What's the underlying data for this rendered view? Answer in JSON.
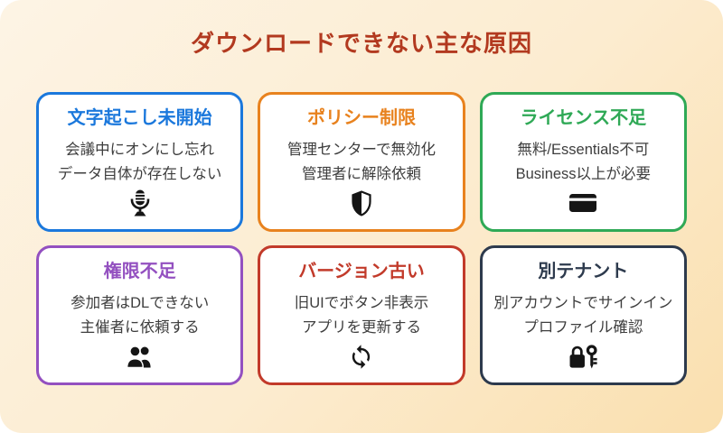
{
  "page": {
    "title": "ダウンロードできない主な原因",
    "title_color": "#b2391f",
    "background_gradient": [
      "#fdf4e5",
      "#fadfae"
    ]
  },
  "cards": [
    {
      "name": "transcription-not-started",
      "title": "文字起こし未開始",
      "line1": "会議中にオンにし忘れ",
      "line2": "データ自体が存在しない",
      "color": "#1b78dc",
      "icon": "microphone-icon"
    },
    {
      "name": "policy-restriction",
      "title": "ポリシー制限",
      "line1": "管理センターで無効化",
      "line2": "管理者に解除依頼",
      "color": "#e8821e",
      "icon": "shield-icon"
    },
    {
      "name": "license-insufficient",
      "title": "ライセンス不足",
      "line1": "無料/Essentials不可",
      "line2": "Business以上が必要",
      "color": "#2fa956",
      "icon": "credit-card-icon"
    },
    {
      "name": "permission-insufficient",
      "title": "権限不足",
      "line1": "参加者はDLできない",
      "line2": "主催者に依頼する",
      "color": "#9350c0",
      "icon": "people-icon"
    },
    {
      "name": "old-version",
      "title": "バージョン古い",
      "line1": "旧UIでボタン非表示",
      "line2": "アプリを更新する",
      "color": "#c23a2a",
      "icon": "sync-icon"
    },
    {
      "name": "different-tenant",
      "title": "別テナント",
      "line1": "別アカウントでサインイン",
      "line2": "プロファイル確認",
      "color": "#2d3a4d",
      "icon": "lock-key-icon"
    }
  ]
}
